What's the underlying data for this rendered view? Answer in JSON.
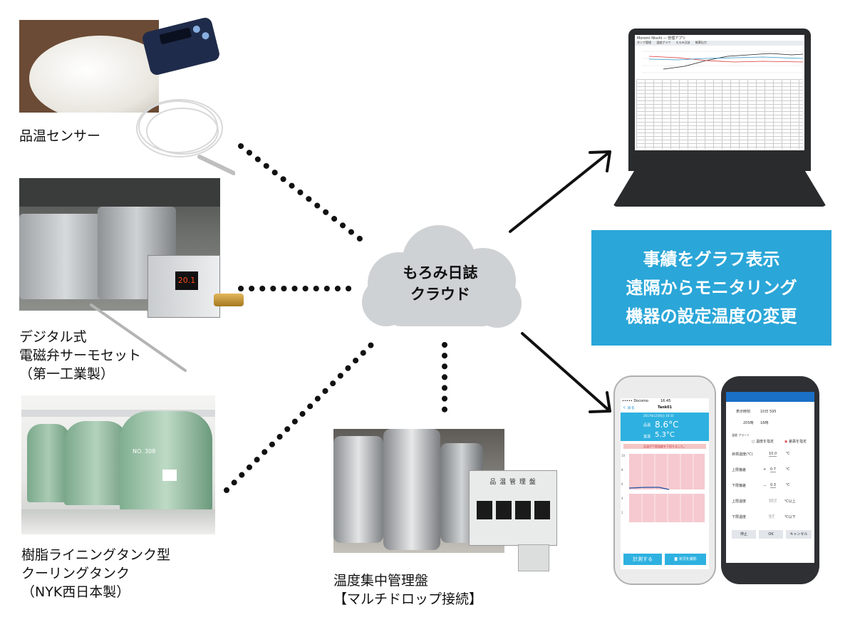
{
  "cloud": {
    "line1": "もろみ日誌",
    "line2": "クラウド"
  },
  "devices": {
    "sensor": {
      "label": "品温センサー",
      "display": ""
    },
    "valve": {
      "lines": [
        "デジタル式",
        "電磁弁サーモセット",
        "（第一工業製）"
      ],
      "display": "20.1"
    },
    "tank": {
      "lines": [
        "樹脂ライニングタンク型",
        "クーリングタンク",
        "（NYK西日本製）"
      ],
      "tank_code": "NO. 308"
    },
    "panel": {
      "lines": [
        "温度集中管理盤",
        "【マルチドロップ接続】"
      ],
      "panel_title": "品 温 管 理 盤"
    }
  },
  "banner": {
    "lines": [
      "事績をグラフ表示",
      "遠隔からモニタリング",
      "機器の設定温度の変更"
    ]
  },
  "phone1": {
    "status": "••••• Docomo",
    "time": "16:45",
    "back": "＜ 戻る",
    "title": "Tank01",
    "date": "2017年12月6日 10:31",
    "hinon_label": "品温",
    "hinon_value": "8.6°C",
    "set_label": "室温",
    "set_value": "5.3°C",
    "alert": "品温が下限温度を下回りました。",
    "y_ticks": [
      "10",
      "8",
      "6",
      "4",
      "2"
    ],
    "btn_measure": "計測する",
    "btn_photo": "状況を撮影"
  },
  "phone2": {
    "rows": [
      {
        "label": "表示時刻",
        "value": "10日 595"
      },
      {
        "label": "205時",
        "value": "16時"
      }
    ],
    "alert_label": "温度 アラート",
    "radio1": "温度を指定",
    "radio2": "差異を指定",
    "settings": [
      {
        "label": "目標温度(℃)",
        "sign": "",
        "value": "10.0",
        "unit": "℃"
      },
      {
        "label": "上限偏差",
        "sign": "+",
        "value": "0.7",
        "unit": "℃"
      },
      {
        "label": "下限偏差",
        "sign": "－",
        "value": "0.3",
        "unit": "℃"
      },
      {
        "label": "上限温度",
        "sign": "",
        "value": "10.7",
        "unit": "℃以上"
      },
      {
        "label": "下限温度",
        "sign": "",
        "value": "9.7",
        "unit": "℃以下"
      }
    ],
    "buttons": [
      "停止",
      "OK",
      "キャンセル"
    ]
  },
  "laptop": {
    "window_title": "Moromi Nisshi — 管理アプリ",
    "tabs": [
      "タンク管理",
      "温度グラフ",
      "もろみ日誌",
      "帳票出力"
    ]
  },
  "colors": {
    "banner": "#2aa6d8",
    "dots": "#111111",
    "cloud": "#cfd2d4"
  }
}
